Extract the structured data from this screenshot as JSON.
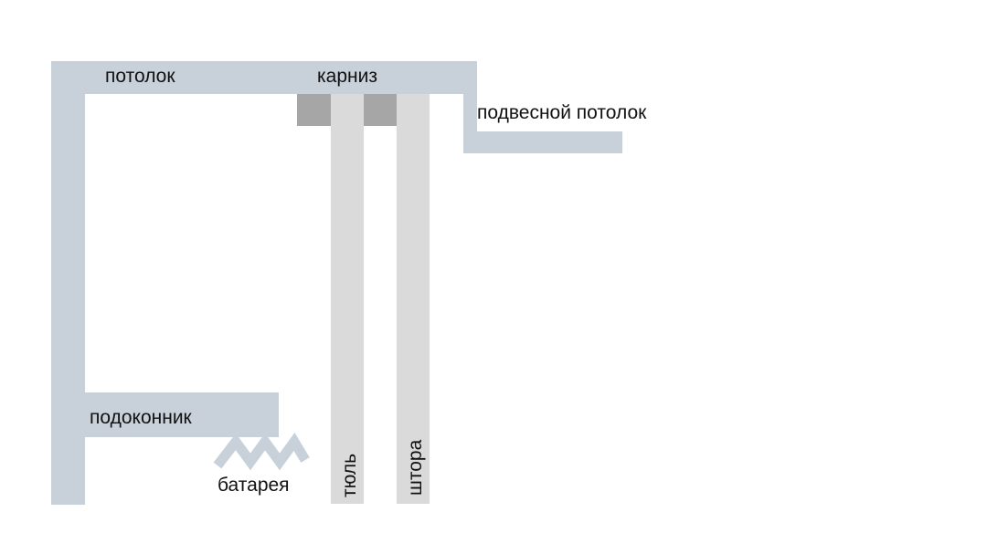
{
  "labels": {
    "ceiling": "потолок",
    "cornice": "карниз",
    "suspended_ceiling": "подвесной потолок",
    "windowsill": "подоконник",
    "radiator": "батарея",
    "tulle": "тюль",
    "curtain": "штора"
  },
  "colors": {
    "wall": "#c8d0da",
    "fabric": "#dadada",
    "bracket": "#a6a6a6",
    "text": "#111111"
  }
}
